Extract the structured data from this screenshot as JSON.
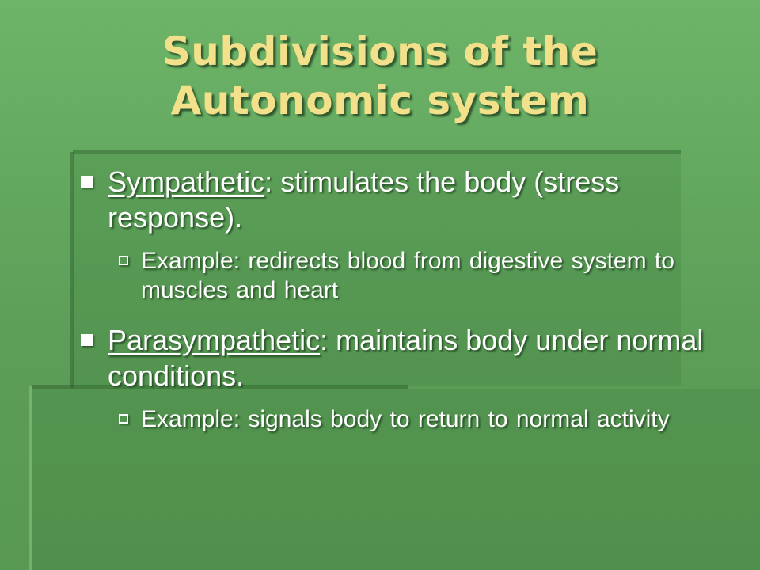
{
  "slide": {
    "title_line1": "Subdivisions of the",
    "title_line2": "Autonomic system",
    "bullets": [
      {
        "term": "Sympathetic",
        "text": ": stimulates the body (stress response).",
        "sub": "Example: redirects blood from digestive system to muscles and heart"
      },
      {
        "term": "Parasympathetic",
        "text": ": maintains body under normal conditions.",
        "sub": "Example: signals body to return to normal activity"
      }
    ]
  },
  "colors": {
    "background": "#5f9d5a",
    "title": "#f2e08a",
    "body_text": "#ffffff"
  }
}
